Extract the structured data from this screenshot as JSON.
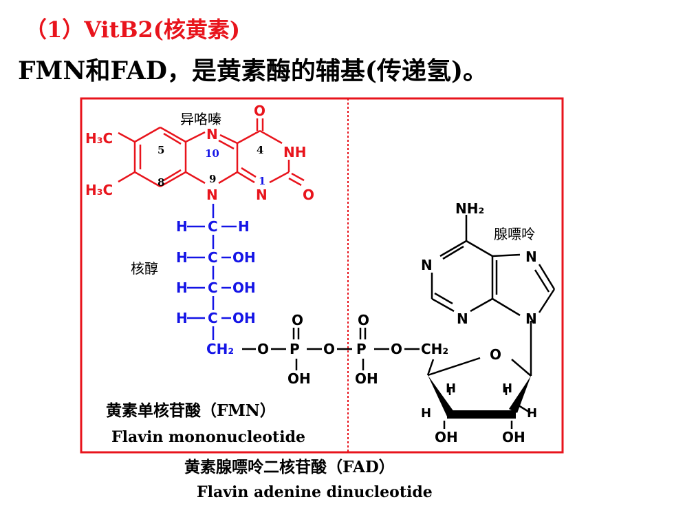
{
  "slide": {
    "title": "（1）VitB2(核黄素)",
    "subtitle": "FMN和FAD，是黄素酶的辅基(传递氢)。"
  },
  "labels": {
    "isoalloxazine": "异咯嗪",
    "ribitol": "核醇",
    "adenine": "腺嘌呤",
    "fmn_cn": "黄素单核苷酸（FMN）",
    "fmn_en": "Flavin mononucleotide",
    "fad_cn": "黄素腺嘌呤二核苷酸（FAD）",
    "fad_en": "Flavin adenine dinucleotide"
  },
  "ring_numbers": {
    "n5": "5",
    "n8": "8",
    "n9": "9",
    "n10": "10",
    "n4": "4",
    "n1": "1"
  },
  "colors": {
    "flavin": "#e8141c",
    "ribitol": "#1414e6",
    "frame": "#e8141c",
    "text": "#000000"
  },
  "atoms": {
    "h3c_top": "H₃C",
    "h3c_bottom": "H₃C",
    "n10": "N",
    "n9": "N",
    "n1": "N",
    "nh": "NH",
    "o_top": "O",
    "o_right": "O",
    "ribitol_rows": [
      {
        "left": "H",
        "c": "C",
        "right": "H"
      },
      {
        "left": "H",
        "c": "C",
        "right": "OH"
      },
      {
        "left": "H",
        "c": "C",
        "right": "OH"
      },
      {
        "left": "H",
        "c": "C",
        "right": "OH"
      }
    ],
    "ch2_left": "CH₂",
    "o_link1": "O",
    "p1": "P",
    "o_link2": "O",
    "p2": "P",
    "o_link3": "O",
    "p1_o_top": "O",
    "p2_o_top": "O",
    "p1_oh": "OH",
    "p2_oh": "OH",
    "ch2_right": "CH₂",
    "o_ring": "O",
    "nh2": "NH₂",
    "n_a1": "N",
    "n_a3": "N",
    "n_a7": "N",
    "n_a9": "N",
    "h1": "H",
    "h2": "H",
    "h3": "H",
    "h4": "H",
    "oh1": "OH",
    "oh2": "OH"
  }
}
